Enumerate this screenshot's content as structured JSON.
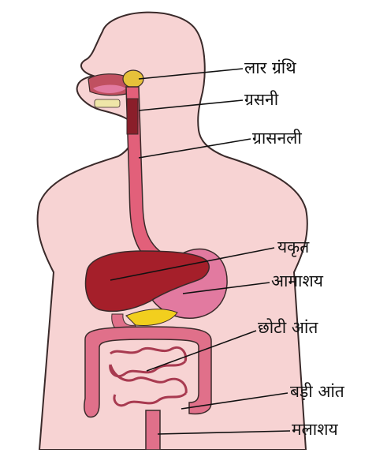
{
  "diagram": {
    "labels": {
      "salivary_gland": "लार ग्रंथि",
      "pharynx": "ग्रसनी",
      "esophagus": "ग्रासनली",
      "liver": "यकृत",
      "stomach": "आमाशय",
      "small_intestine": "छोटी आंत",
      "large_intestine": "बड़ी आंत",
      "rectum": "मलाशय"
    },
    "colors": {
      "body": "#f7d3d3",
      "outline": "#3a2a2a",
      "esophagus": "#e2607a",
      "liver": "#a51f2a",
      "stomach": "#e27aa0",
      "pancreas": "#f2cf1e",
      "intestine": "#e0708a",
      "salivary_gland": "#e6c13a"
    }
  }
}
